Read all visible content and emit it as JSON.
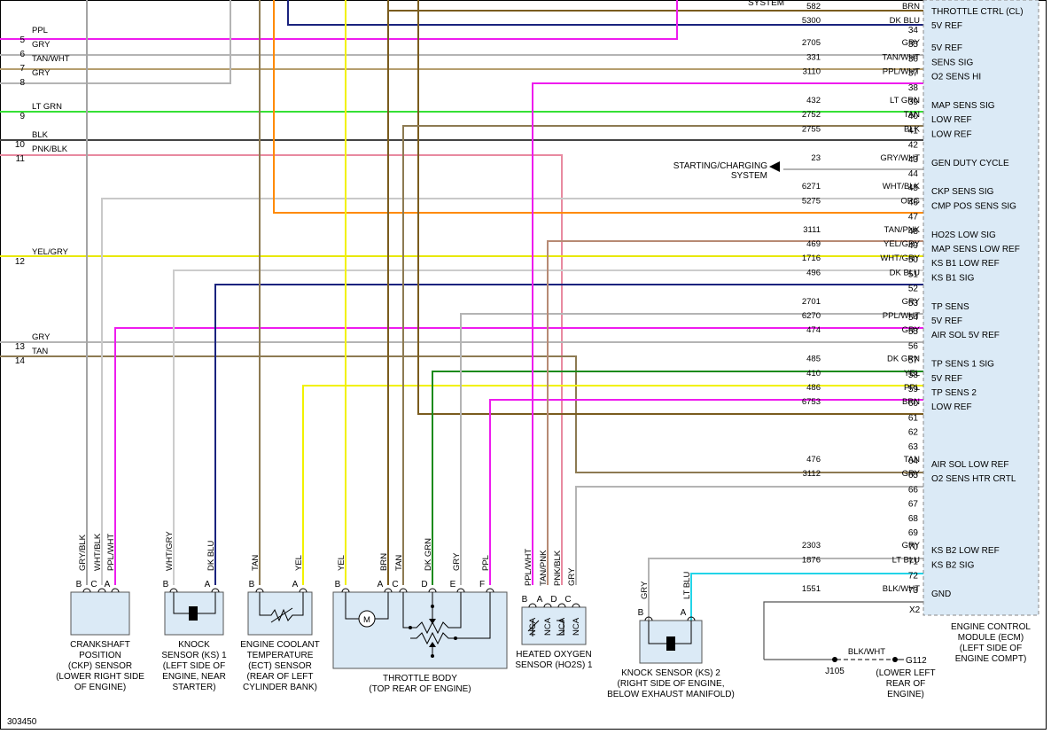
{
  "diagram_id": "303450",
  "connector": "X2",
  "ecm_label": [
    "ENGINE CONTROL",
    "MODULE (ECM)",
    "(LEFT SIDE OF",
    "ENGINE COMPT)"
  ],
  "colors": {
    "BRN": "#7a5c1e",
    "DK BLU": "#1a237e",
    "PPL": "#ee1cee",
    "GRY": "#b4b4b4",
    "TAN/WHT": "#b59e6e",
    "TAN": "#8d7a52",
    "LT GRN": "#35e035",
    "BLK": "#444444",
    "PNK/BLK": "#e88aa0",
    "ORG": "#ff8a00",
    "YEL": "#f2f200",
    "YEL/GRY": "#e8e800",
    "DK GRN": "#1c8a1c",
    "WHT/BLK": "#c9c9c9",
    "WHT/GRY": "#cccccc",
    "PPL/WHT": "#ee1cee",
    "TAN/PNK": "#b78a74",
    "GRY/BLK": "#a4a4a4",
    "LT BLU": "#22d4e8",
    "BLK/WHT": "#555555",
    "GRY/WHT": "#888888"
  },
  "ecm_pins": [
    {
      "pin": "",
      "circuit": "582",
      "color": "BRN",
      "function": "THROTTLE CTRL (CL)"
    },
    {
      "pin": "",
      "circuit": "5300",
      "color": "DK BLU",
      "function": "5V REF"
    },
    {
      "pin": "34",
      "circuit": "",
      "color": "",
      "function": ""
    },
    {
      "pin": "35",
      "circuit": "2705",
      "color": "GRY",
      "function": "5V REF"
    },
    {
      "pin": "36",
      "circuit": "331",
      "color": "TAN/WHT",
      "function": "SENS SIG"
    },
    {
      "pin": "37",
      "circuit": "3110",
      "color": "PPL/WHT",
      "function": "O2 SENS HI"
    },
    {
      "pin": "38",
      "circuit": "",
      "color": "",
      "function": ""
    },
    {
      "pin": "39",
      "circuit": "432",
      "color": "LT GRN",
      "function": "MAP SENS SIG"
    },
    {
      "pin": "40",
      "circuit": "2752",
      "color": "TAN",
      "function": "LOW REF"
    },
    {
      "pin": "41",
      "circuit": "2755",
      "color": "BLK",
      "function": "LOW REF"
    },
    {
      "pin": "42",
      "circuit": "",
      "color": "",
      "function": ""
    },
    {
      "pin": "43",
      "circuit": "23",
      "color": "GRY/WHT",
      "function": "GEN DUTY CYCLE"
    },
    {
      "pin": "44",
      "circuit": "",
      "color": "",
      "function": ""
    },
    {
      "pin": "45",
      "circuit": "6271",
      "color": "WHT/BLK",
      "function": "CKP SENS SIG"
    },
    {
      "pin": "46",
      "circuit": "5275",
      "color": "ORG",
      "function": "CMP POS SENS SIG"
    },
    {
      "pin": "47",
      "circuit": "",
      "color": "",
      "function": ""
    },
    {
      "pin": "48",
      "circuit": "3111",
      "color": "TAN/PNK",
      "function": "HO2S LOW SIG"
    },
    {
      "pin": "49",
      "circuit": "469",
      "color": "YEL/GRY",
      "function": "MAP SENS LOW REF"
    },
    {
      "pin": "50",
      "circuit": "1716",
      "color": "WHT/GRY",
      "function": "KS B1 LOW REF"
    },
    {
      "pin": "51",
      "circuit": "496",
      "color": "DK BLU",
      "function": "KS B1 SIG"
    },
    {
      "pin": "52",
      "circuit": "",
      "color": "",
      "function": ""
    },
    {
      "pin": "53",
      "circuit": "2701",
      "color": "GRY",
      "function": "TP SENS"
    },
    {
      "pin": "54",
      "circuit": "6270",
      "color": "PPL/WHT",
      "function": "5V REF"
    },
    {
      "pin": "55",
      "circuit": "474",
      "color": "GRY",
      "function": "AIR SOL 5V REF"
    },
    {
      "pin": "56",
      "circuit": "",
      "color": "",
      "function": ""
    },
    {
      "pin": "57",
      "circuit": "485",
      "color": "DK GRN",
      "function": "TP SENS 1 SIG"
    },
    {
      "pin": "58",
      "circuit": "410",
      "color": "YEL",
      "function": "5V REF"
    },
    {
      "pin": "59",
      "circuit": "486",
      "color": "PPL",
      "function": "TP SENS 2"
    },
    {
      "pin": "60",
      "circuit": "6753",
      "color": "BRN",
      "function": "LOW REF"
    },
    {
      "pin": "61",
      "circuit": "",
      "color": "",
      "function": ""
    },
    {
      "pin": "62",
      "circuit": "",
      "color": "",
      "function": ""
    },
    {
      "pin": "63",
      "circuit": "",
      "color": "",
      "function": ""
    },
    {
      "pin": "64",
      "circuit": "476",
      "color": "TAN",
      "function": "AIR SOL LOW REF"
    },
    {
      "pin": "65",
      "circuit": "3112",
      "color": "GRY",
      "function": "O2 SENS HTR CRTL"
    },
    {
      "pin": "66",
      "circuit": "",
      "color": "",
      "function": ""
    },
    {
      "pin": "67",
      "circuit": "",
      "color": "",
      "function": ""
    },
    {
      "pin": "68",
      "circuit": "",
      "color": "",
      "function": ""
    },
    {
      "pin": "69",
      "circuit": "",
      "color": "",
      "function": ""
    },
    {
      "pin": "70",
      "circuit": "2303",
      "color": "GRY",
      "function": "KS B2 LOW REF"
    },
    {
      "pin": "71",
      "circuit": "1876",
      "color": "LT BLU",
      "function": "KS B2 SIG"
    },
    {
      "pin": "72",
      "circuit": "",
      "color": "",
      "function": ""
    },
    {
      "pin": "73",
      "circuit": "1551",
      "color": "BLK/WHT",
      "function": "GND"
    }
  ],
  "left_wires": [
    {
      "num": "5",
      "color": "PPL"
    },
    {
      "num": "6",
      "color": "GRY"
    },
    {
      "num": "7",
      "color": "TAN/WHT"
    },
    {
      "num": "8",
      "color": "GRY"
    },
    {
      "num": "9",
      "color": "LT GRN"
    },
    {
      "num": "10",
      "color": "BLK"
    },
    {
      "num": "11",
      "color": "PNK/BLK"
    },
    {
      "num": "12",
      "color": "YEL/GRY"
    },
    {
      "num": "13",
      "color": "GRY"
    },
    {
      "num": "14",
      "color": "TAN"
    }
  ],
  "top_fragment": "SYSTEM",
  "starting_charging": [
    "STARTING/CHARGING",
    "SYSTEM"
  ],
  "ground": {
    "splice": "J105",
    "wire": "BLK/WHT",
    "id": "G112",
    "location": [
      "(LOWER LEFT",
      "REAR OF",
      "ENGINE)"
    ]
  },
  "components": [
    {
      "id": "ckp",
      "caption": [
        "CRANKSHAFT",
        "POSITION",
        "(CKP) SENSOR",
        "(LOWER RIGHT SIDE",
        "OF ENGINE)"
      ],
      "pins": [
        {
          "letter": "B",
          "wire": "GRY/BLK"
        },
        {
          "letter": "C",
          "wire": "WHT/BLK"
        },
        {
          "letter": "A",
          "wire": "PPL/WHT"
        }
      ]
    },
    {
      "id": "ks1",
      "caption": [
        "KNOCK",
        "SENSOR (KS) 1",
        "(LEFT SIDE OF",
        "ENGINE, NEAR",
        "STARTER)"
      ],
      "pins": [
        {
          "letter": "B",
          "wire": "WHT/GRY"
        },
        {
          "letter": "A",
          "wire": "DK BLU"
        }
      ]
    },
    {
      "id": "ect",
      "caption": [
        "ENGINE COOLANT",
        "TEMPERATURE",
        "(ECT) SENSOR",
        "(REAR OF LEFT",
        "CYLINDER BANK)"
      ],
      "pins": [
        {
          "letter": "B",
          "wire": "TAN"
        },
        {
          "letter": "A",
          "wire": "YEL"
        }
      ]
    },
    {
      "id": "tb",
      "caption": [
        "THROTTLE BODY",
        "(TOP REAR OF ENGINE)"
      ],
      "pins": [
        {
          "letter": "B",
          "wire": "YEL"
        },
        {
          "letter": "A",
          "wire": "BRN"
        },
        {
          "letter": "C",
          "wire": "TAN"
        },
        {
          "letter": "D",
          "wire": "DK GRN"
        },
        {
          "letter": "E",
          "wire": "GRY"
        },
        {
          "letter": "F",
          "wire": "PPL"
        }
      ]
    },
    {
      "id": "ho2s",
      "caption": [
        "HEATED OXYGEN",
        "SENSOR (HO2S) 1"
      ],
      "pins": [
        {
          "letter": "B",
          "wire": "PPL/WHT"
        },
        {
          "letter": "A",
          "wire": "TAN/PNK"
        },
        {
          "letter": "D",
          "wire": "PNK/BLK"
        },
        {
          "letter": "C",
          "wire": "GRY"
        }
      ],
      "nca": "NCA"
    },
    {
      "id": "ks2",
      "caption": [
        "KNOCK SENSOR (KS) 2",
        "(RIGHT SIDE OF ENGINE,",
        "BELOW EXHAUST MANIFOLD)"
      ],
      "pins": [
        {
          "letter": "B",
          "wire": "GRY"
        },
        {
          "letter": "A",
          "wire": "LT BLU"
        }
      ]
    }
  ]
}
